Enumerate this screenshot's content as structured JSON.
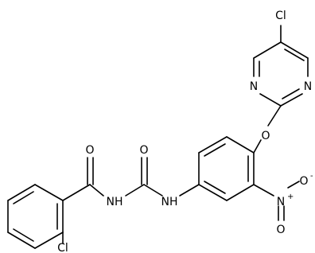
{
  "molecule": {
    "atoms": {
      "cl_top": "Cl",
      "n_pyr_left": "N",
      "n_pyr_right": "N",
      "o_ether": "O",
      "o_carbonyl_left": "O",
      "o_carbonyl_mid": "O",
      "nh_left": "NH",
      "nh_right": "NH",
      "n_nitro": "N",
      "n_nitro_charge": "+",
      "o_nitro_side": "O",
      "o_nitro_side_charge": "-",
      "o_nitro_bottom": "O",
      "cl_bottom": "Cl"
    }
  }
}
